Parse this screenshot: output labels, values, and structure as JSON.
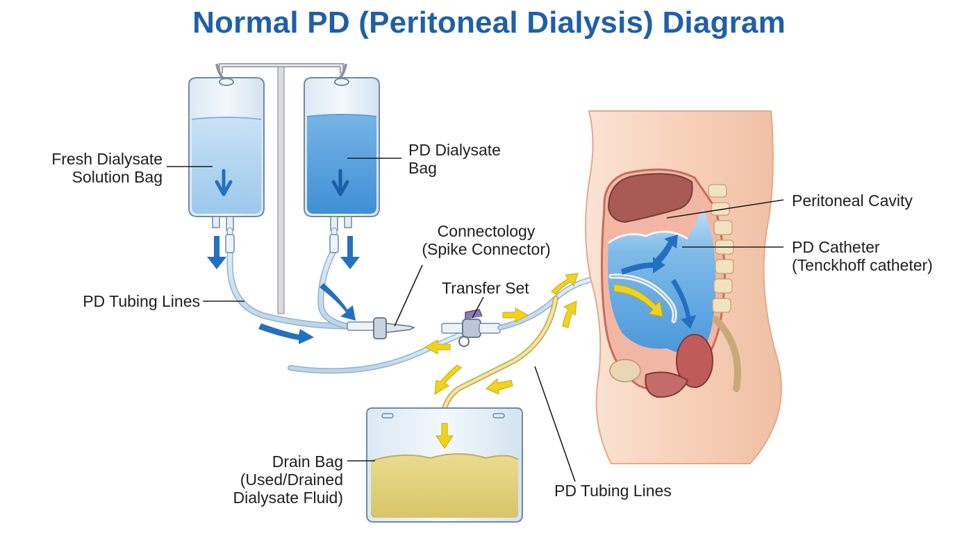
{
  "title": "Normal PD (Peritoneal Dialysis) Diagram",
  "labels": {
    "fresh_bag": [
      "Fresh Dialysate",
      "Solution Bag"
    ],
    "pd_bag": [
      "PD Dialysate",
      "Bag"
    ],
    "connectology": [
      "Connectology",
      "(Spike Connector)"
    ],
    "transfer_set": "Transfer Set",
    "tubing_left": "PD Tubing Lines",
    "tubing_bottom": "PD Tubing Lines",
    "peritoneal_cavity": "Peritoneal Cavity",
    "pd_catheter": [
      "PD Catheter",
      "(Tenckhoff catheter)"
    ],
    "drain_bag": [
      "Drain Bag",
      "(Used/Drained",
      "Dialysate Fluid)"
    ]
  },
  "colors": {
    "title": "#1f5fa8",
    "fresh_fluid": "#4a90d9",
    "drain_fluid": "#e3d27a",
    "inflow_arrow": "#2470c0",
    "outflow_arrow": "#f2d21b",
    "skin": "#f6cdb5"
  }
}
